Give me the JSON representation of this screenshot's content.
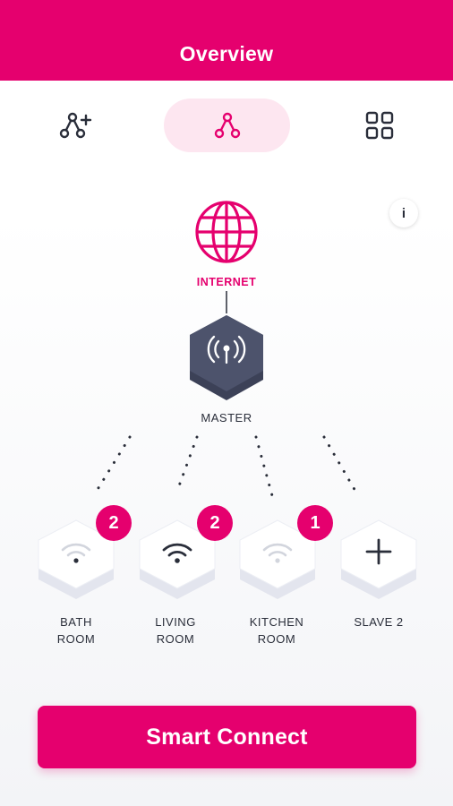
{
  "header": {
    "title": "Overview"
  },
  "tabs": [
    {
      "icon": "add-node-icon",
      "active": false
    },
    {
      "icon": "topology-icon",
      "active": true
    },
    {
      "icon": "grid-icon",
      "active": false
    }
  ],
  "info": {
    "label": "i"
  },
  "topology": {
    "internet_label": "INTERNET",
    "master_label": "MASTER",
    "nodes": [
      {
        "label_line1": "BATH",
        "label_line2": "ROOM",
        "badge": "2",
        "icon": "wifi-weak-icon"
      },
      {
        "label_line1": "LIVING",
        "label_line2": "ROOM",
        "badge": "2",
        "icon": "wifi-strong-icon"
      },
      {
        "label_line1": "KITCHEN",
        "label_line2": "ROOM",
        "badge": "1",
        "icon": "wifi-weak-icon"
      },
      {
        "label_line1": "SLAVE 2",
        "label_line2": "",
        "badge": "",
        "icon": "plus-icon"
      }
    ]
  },
  "actions": {
    "smart_connect": "Smart Connect"
  },
  "colors": {
    "accent": "#e5006e",
    "accent_soft": "#fde6f0",
    "dark": "#2a2e3a",
    "hex_dark": "#4a5068"
  }
}
